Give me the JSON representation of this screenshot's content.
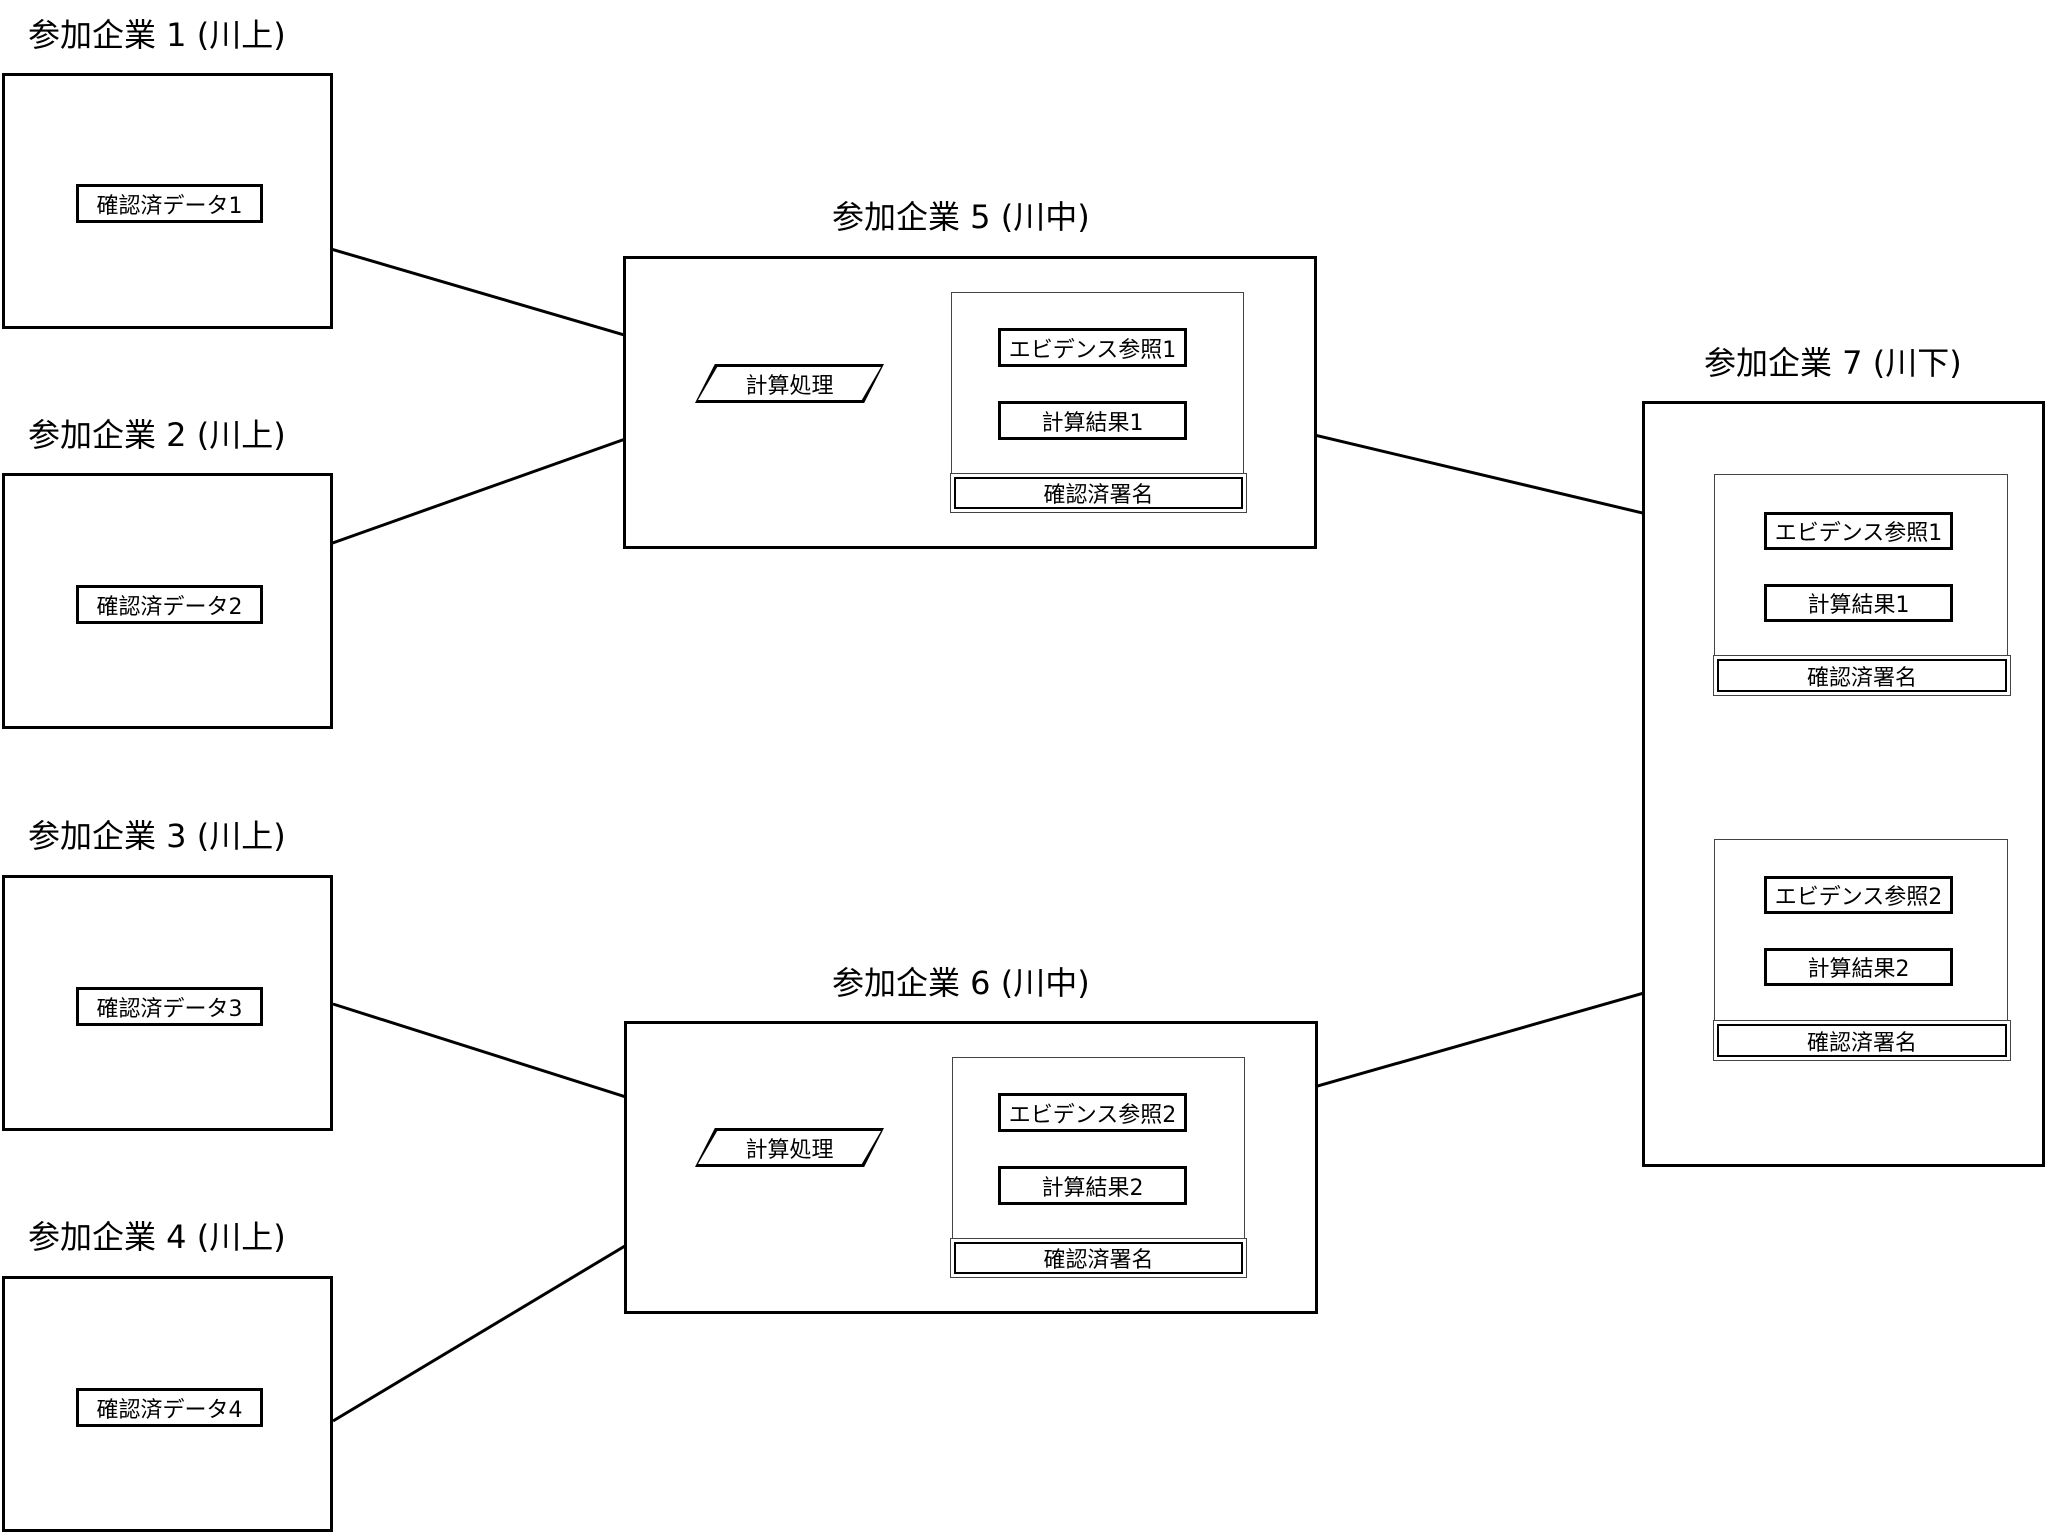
{
  "upstream": [
    {
      "title": "参加企業 1 (川上)",
      "data_label": "確認済データ1"
    },
    {
      "title": "参加企業 2 (川上)",
      "data_label": "確認済データ2"
    },
    {
      "title": "参加企業 3 (川上)",
      "data_label": "確認済データ3"
    },
    {
      "title": "参加企業 4 (川上)",
      "data_label": "確認済データ4"
    }
  ],
  "midstream": [
    {
      "title": "参加企業 5 (川中)",
      "process_label": "計算処理",
      "evidence_label": "エビデンス参照1",
      "result_label": "計算結果1",
      "signature_label": "確認済署名"
    },
    {
      "title": "参加企業 6 (川中)",
      "process_label": "計算処理",
      "evidence_label": "エビデンス参照2",
      "result_label": "計算結果2",
      "signature_label": "確認済署名"
    }
  ],
  "downstream": {
    "title": "参加企業 7 (川下)",
    "packages": [
      {
        "evidence_label": "エビデンス参照1",
        "result_label": "計算結果1",
        "signature_label": "確認済署名"
      },
      {
        "evidence_label": "エビデンス参照2",
        "result_label": "計算結果2",
        "signature_label": "確認済署名"
      }
    ]
  }
}
